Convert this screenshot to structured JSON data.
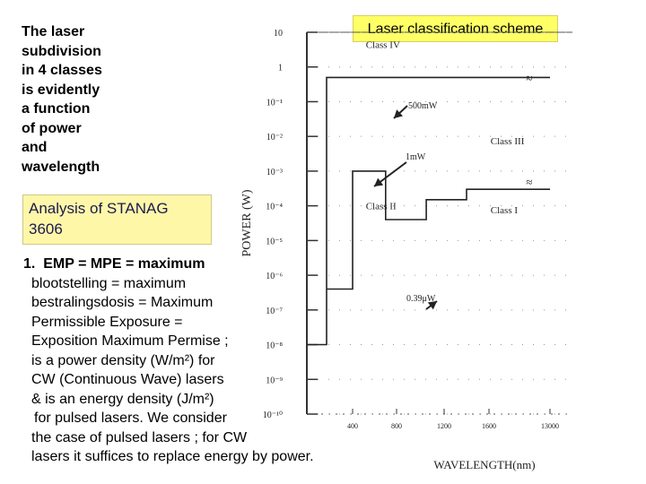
{
  "intro_lines": [
    "The laser",
    "subdivision",
    "in 4 classes",
    "is evidently",
    "a function",
    "of power",
    "and",
    "wavelength"
  ],
  "title_box": "Laser classification scheme",
  "analysis_lines": [
    "Analysis of STANAG",
    "3606"
  ],
  "description": {
    "number": "1.",
    "lines": [
      "EMP = MPE = maximum",
      "blootstelling = maximum",
      "bestralingsdosis = Maximum",
      "Permissible Exposure =",
      "Exposition Maximum Permise ;",
      "is a power density (W/m²) for",
      "CW (Continuous Wave) lasers",
      "& is an energy density (J/m²)",
      "for pulsed  lasers. We consider",
      "the case of pulsed lasers ; for CW",
      "lasers it suffices to replace energy by power."
    ]
  },
  "chart_data": {
    "type": "line",
    "title": "",
    "xlabel": "WAVELENGTH(nm)",
    "ylabel": "POWER (W)",
    "x_ticks": [
      "400",
      "800",
      "1200",
      "1600",
      "13000"
    ],
    "x_tick_values": [
      400,
      800,
      1200,
      1600,
      13000
    ],
    "xlim": [
      150,
      13000
    ],
    "y_scale": "log",
    "y_tick_labels": [
      "10",
      "1",
      "10⁻¹",
      "10⁻²",
      "10⁻³",
      "10⁻⁴",
      "10⁻⁵",
      "10⁻⁶",
      "10⁻⁷",
      "10⁻⁸",
      "10⁻⁹",
      "10⁻¹⁰"
    ],
    "y_tick_values": [
      10,
      1,
      0.1,
      0.01,
      0.001,
      0.0001,
      1e-05,
      1e-06,
      1e-07,
      1e-08,
      1e-09,
      1e-10
    ],
    "ylim": [
      1e-10,
      10
    ],
    "grid": true,
    "series": [
      {
        "x": [
          150,
          200,
          200,
          13000
        ],
        "y": [
          1e-08,
          1e-08,
          0.5,
          0.5
        ]
      },
      {
        "x": [
          200,
          400,
          400,
          700,
          700,
          1050,
          1050,
          1400,
          1400,
          13000
        ],
        "y": [
          4e-07,
          4e-07,
          0.001,
          0.001,
          4e-05,
          4e-05,
          0.00015,
          0.00015,
          0.0003,
          0.0003
        ]
      }
    ],
    "region_labels": [
      {
        "text": "Class IV",
        "x": 520,
        "y": 3.5
      },
      {
        "text": "Class III",
        "x": 1900,
        "y": 0.006
      },
      {
        "text": "Class II",
        "x": 520,
        "y": 8e-05
      },
      {
        "text": "Class I",
        "x": 1900,
        "y": 6e-05
      }
    ],
    "annotations": [
      "500mW",
      "1mW",
      "0.39μW"
    ]
  },
  "colors": {
    "title_box_bg": "#ffff66",
    "analysis_bg": "#fff7a8",
    "analysis_text": "#1a1a50"
  }
}
